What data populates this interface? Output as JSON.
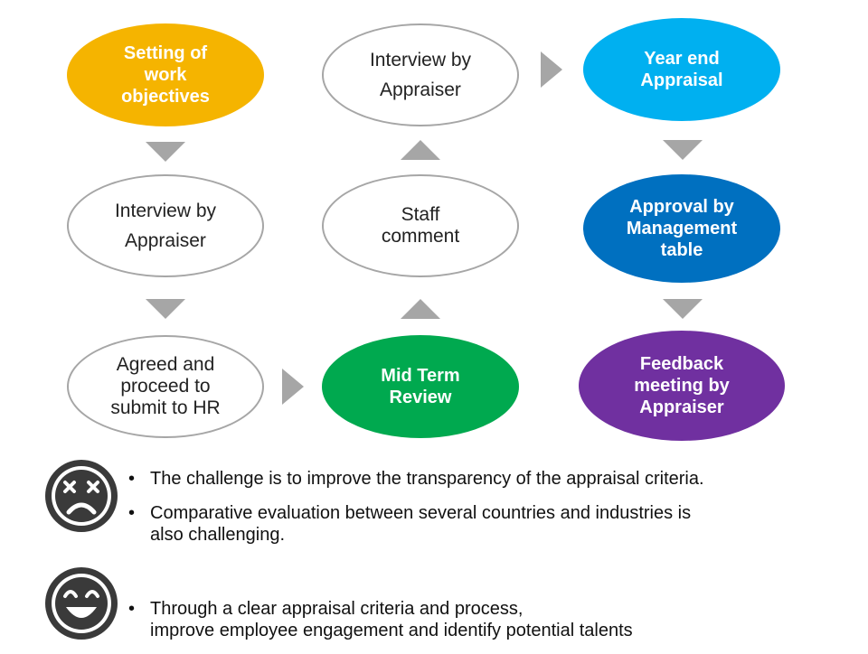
{
  "nodes": {
    "setting_objectives": "Setting of\nwork\nobjectives",
    "interview_1": "Interview by\nAppraiser",
    "agreed_submit": "Agreed and\nproceed to\nsubmit to HR",
    "mid_term": "Mid Term\nReview",
    "staff_comment": "Staff\ncomment",
    "interview_2": "Interview by\nAppraiser",
    "year_end": "Year end\nAppraisal",
    "approval": "Approval by\nManagement\ntable",
    "feedback": "Feedback\nmeeting by\nAppraiser"
  },
  "colors": {
    "orange": "#f5b400",
    "green": "#00a94f",
    "sky_blue": "#00b0f0",
    "dark_blue": "#0070c0",
    "purple": "#7030a0",
    "arrow_gray": "#a6a6a6",
    "outline_gray": "#a6a6a6",
    "face_dark": "#3a3a3a"
  },
  "challenges": [
    "The challenge is to improve the transparency of the appraisal criteria.",
    "Comparative evaluation between several countries and industries is\nalso challenging."
  ],
  "benefits": [
    "Through a clear appraisal criteria and process,\nimprove employee engagement and identify potential talents"
  ],
  "icons": {
    "sad": "dizzy-sad-face-icon",
    "happy": "smiling-face-icon"
  }
}
